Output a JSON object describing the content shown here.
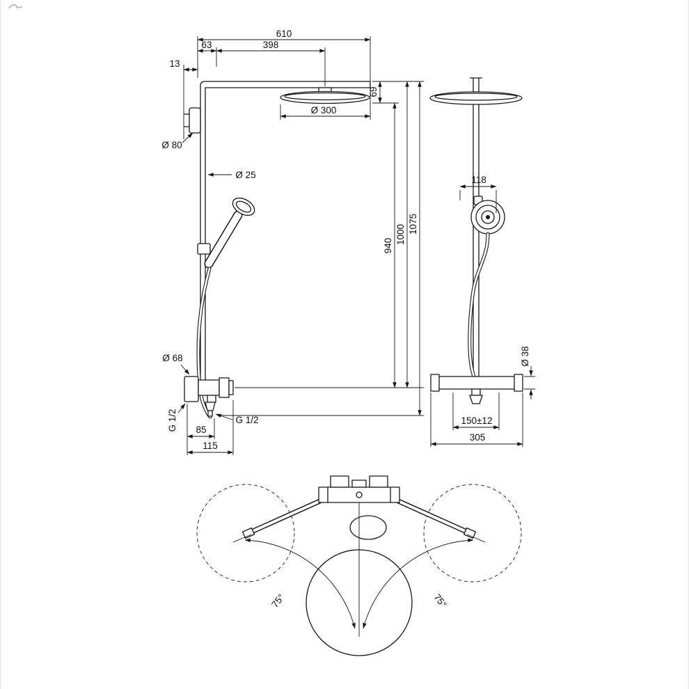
{
  "front": {
    "d610": "610",
    "d63": "63",
    "d398": "398",
    "d13": "13",
    "dia80": "Ø 80",
    "dia25": "Ø 25",
    "dia300": "Ø 300",
    "d69": "69",
    "d940": "940",
    "d1000": "1000",
    "d1075": "1075",
    "dia68": "Ø 68",
    "g12_left": "G 1/2",
    "g12_right": "G 1/2",
    "d85": "85",
    "d115": "115"
  },
  "side": {
    "d118": "118",
    "dia38": "Ø 38",
    "d150": "150±12",
    "d305": "305"
  },
  "swivel": {
    "left": "75°",
    "right": "75°"
  }
}
